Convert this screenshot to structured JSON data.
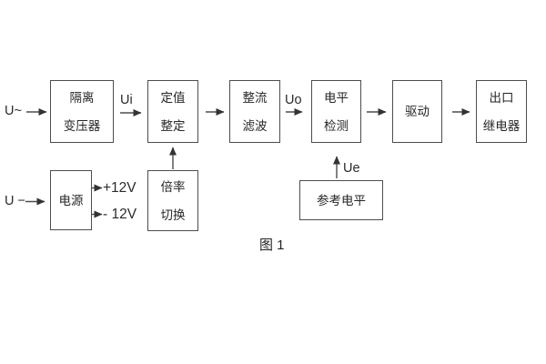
{
  "caption": "图 1",
  "io_labels": {
    "ac_input": "U~",
    "dc_input": "U −",
    "ui": "Ui",
    "uo": "Uo",
    "ue": "Ue",
    "plus12": "+12V",
    "minus12": "- 12V"
  },
  "blocks": {
    "isolation": {
      "line1": "隔离",
      "line2": "变压器"
    },
    "setting": {
      "line1": "定值",
      "line2": "整定"
    },
    "rectify": {
      "line1": "整流",
      "line2": "滤波"
    },
    "level": {
      "line1": "电平",
      "line2": "检测"
    },
    "drive": {
      "line1": "驱动"
    },
    "relay": {
      "line1": "出口",
      "line2": "继电器"
    },
    "power": {
      "line1": "电源"
    },
    "ratio": {
      "line1": "倍率",
      "line2": "切换"
    },
    "reference": {
      "line1": "参考电平"
    }
  },
  "colors": {
    "background": "#ffffff",
    "line": "#4d4d4d",
    "arrow": "#333333",
    "text": "#262626"
  }
}
